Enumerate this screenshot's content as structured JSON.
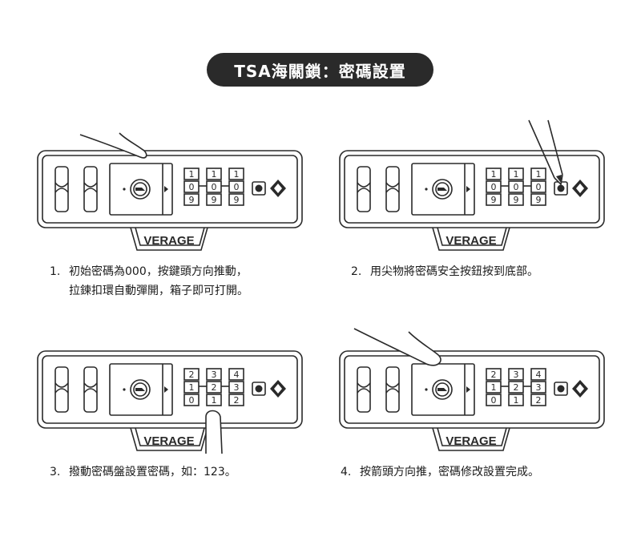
{
  "title": "TSA海關鎖：密碼設置",
  "brand": "VERAGE",
  "colors": {
    "ink": "#2a2a2a",
    "pill": "#2a2a2a",
    "background": "#ffffff"
  },
  "steps": [
    {
      "number": "1.",
      "line1": "初始密碼為000，按鍵頭方向推動，",
      "line2": "拉鍊扣環自動彈開，箱子即可打開。",
      "wheels": [
        [
          "1",
          "0",
          "9"
        ],
        [
          "1",
          "0",
          "9"
        ],
        [
          "1",
          "0",
          "9"
        ]
      ],
      "hand": "finger-on-slider"
    },
    {
      "number": "2.",
      "line1": "用尖物將密碼安全按鈕按到底部。",
      "line2": "",
      "wheels": [
        [
          "1",
          "0",
          "9"
        ],
        [
          "1",
          "0",
          "9"
        ],
        [
          "1",
          "0",
          "9"
        ]
      ],
      "hand": "pen-on-button"
    },
    {
      "number": "3.",
      "line1": "撥動密碼盤設置密碼，如：123。",
      "line2": "",
      "wheels": [
        [
          "2",
          "1",
          "0"
        ],
        [
          "3",
          "2",
          "1"
        ],
        [
          "4",
          "3",
          "2"
        ]
      ],
      "hand": "finger-on-wheels"
    },
    {
      "number": "4.",
      "line1": "按箭頭方向推，密碼修改設置完成。",
      "line2": "",
      "wheels": [
        [
          "2",
          "1",
          "0"
        ],
        [
          "3",
          "2",
          "1"
        ],
        [
          "4",
          "3",
          "2"
        ]
      ],
      "hand": "finger-on-slider-press"
    }
  ]
}
